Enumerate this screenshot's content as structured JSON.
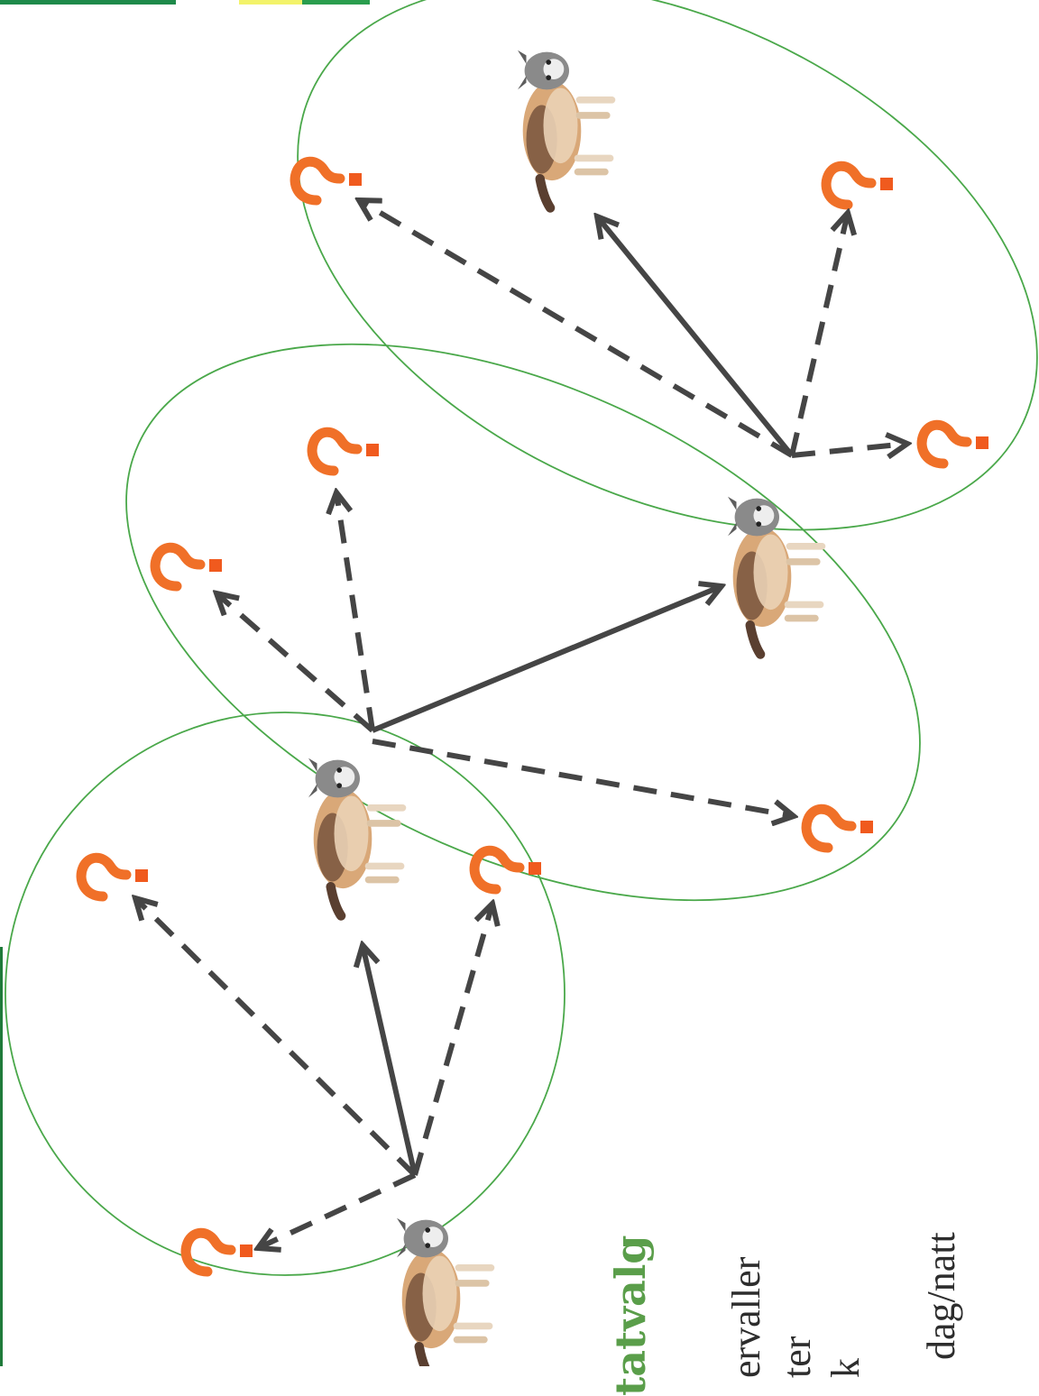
{
  "colors": {
    "ellipse": "#4aa84a",
    "solid_arrow": "#454545",
    "dashed_arrow": "#454545",
    "question_mark": "#f07028",
    "heading": "#5a9e4a",
    "text": "#2d2d2d"
  },
  "icons": {
    "unknown_location": "question-mark-icon",
    "animal": "wolf-icon"
  },
  "heading": "tatvalg",
  "bullets": [
    "ervaller",
    "ter",
    "k",
    "dag/natt"
  ]
}
